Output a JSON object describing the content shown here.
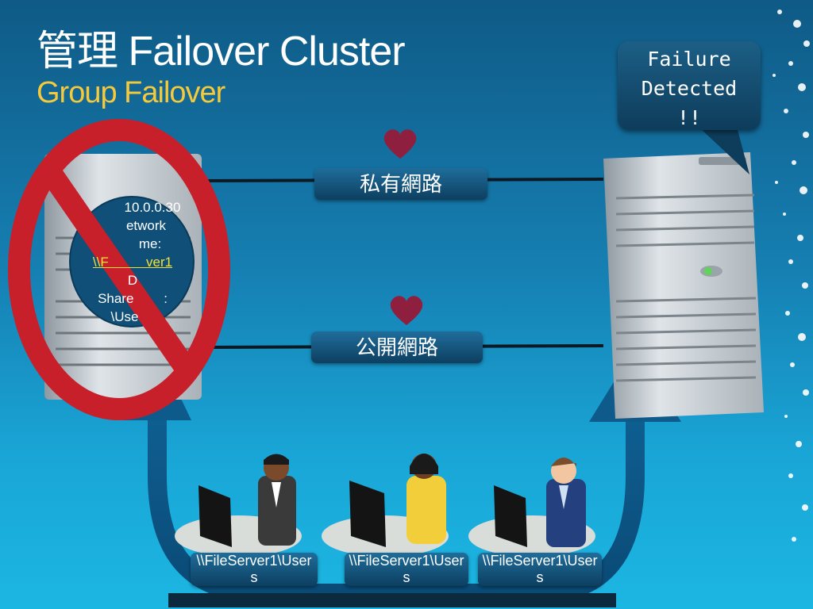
{
  "slide": {
    "title": "管理 Failover Cluster",
    "subtitle": "Group Failover"
  },
  "callout": {
    "lines": [
      "Failure",
      "Detected",
      "!!"
    ]
  },
  "networks": {
    "private_label": "私有網路",
    "public_label": "公開網路"
  },
  "failed_node": {
    "ip": "10.0.0.30",
    "line2": "etwork",
    "line3": "me:",
    "link": "\\\\F          ver1",
    "line5": "D",
    "line6": "Share        :",
    "line7": "\\Use"
  },
  "clients": [
    {
      "label": "\\\\FileServer1\\Users"
    },
    {
      "label": "\\\\FileServer1\\Users"
    },
    {
      "label": "\\\\FileServer1\\Users"
    }
  ],
  "colors": {
    "prohibit_red": "#c8202a",
    "heart": "#8e1f3e",
    "title_accent": "#f5c93a"
  }
}
